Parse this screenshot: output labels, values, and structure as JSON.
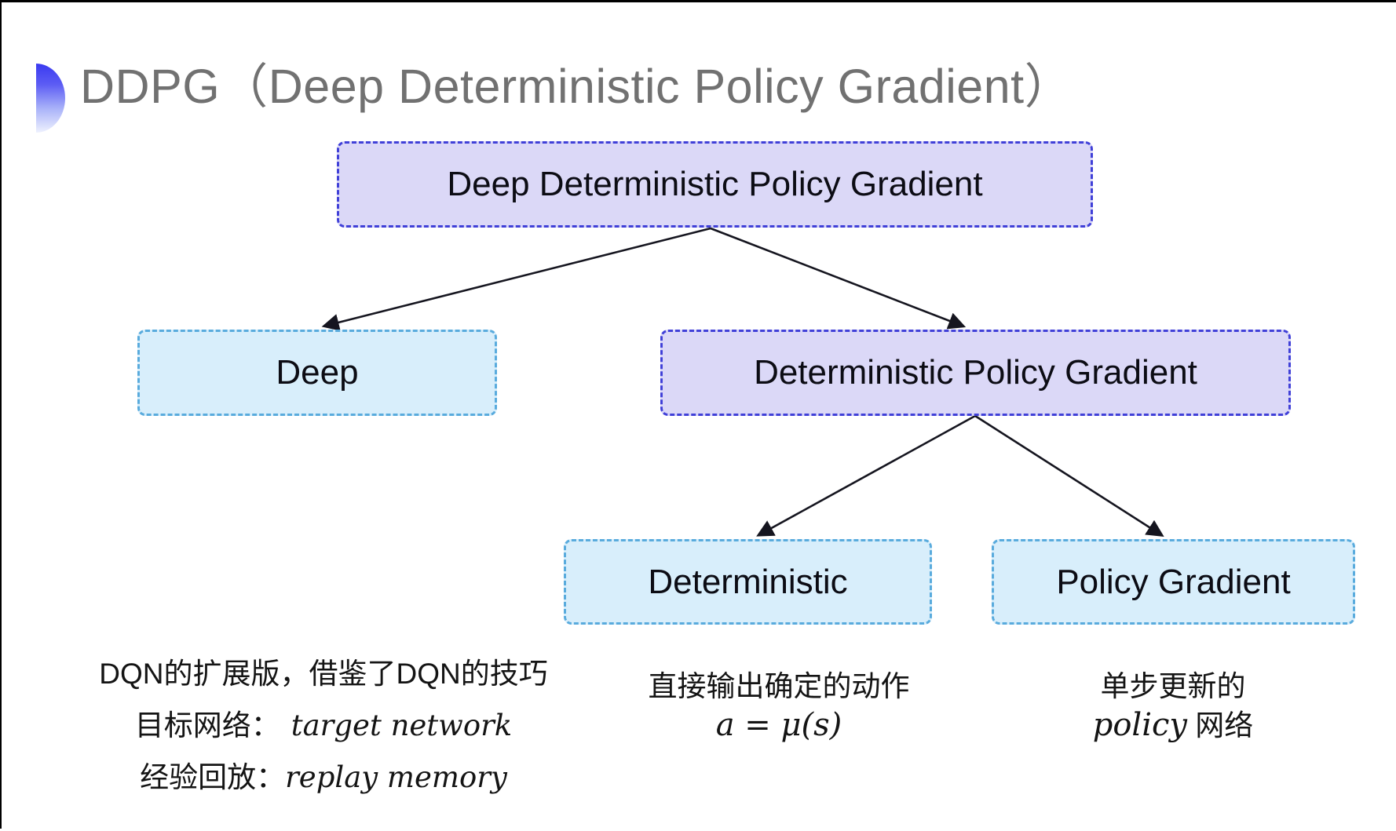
{
  "page": {
    "title": "DDPG（Deep Deterministic Policy Gradient）"
  },
  "colors": {
    "purple_fill": "#dbd8f7",
    "purple_border": "#4040d8",
    "cyan_fill": "#d8eefb",
    "cyan_border": "#59abdd",
    "arrow": "#15151f",
    "title_gray": "#717171",
    "bullet_blue": "#3a3af0"
  },
  "diagram": {
    "nodes": [
      {
        "id": "root",
        "label": "Deep Deterministic Policy Gradient",
        "variant": "purple"
      },
      {
        "id": "deep",
        "label": "Deep",
        "variant": "cyan"
      },
      {
        "id": "dpg",
        "label": "Deterministic Policy Gradient",
        "variant": "purple"
      },
      {
        "id": "deterministic",
        "label": "Deterministic",
        "variant": "cyan"
      },
      {
        "id": "policy_gradient",
        "label": "Policy Gradient",
        "variant": "cyan"
      }
    ],
    "edges": [
      {
        "from": "root",
        "to": "deep"
      },
      {
        "from": "root",
        "to": "dpg"
      },
      {
        "from": "dpg",
        "to": "deterministic"
      },
      {
        "from": "dpg",
        "to": "policy_gradient"
      }
    ]
  },
  "annotations": {
    "deep_note": {
      "line1": "DQN的扩展版，借鉴了DQN的技巧",
      "line2_label": "目标网络：",
      "line2_value": "target network",
      "line3_label": "经验回放：",
      "line3_value": "replay memory"
    },
    "deterministic_note": {
      "line1": "直接输出确定的动作",
      "line2": "a = μ(s)"
    },
    "policy_gradient_note": {
      "line1": "单步更新的",
      "line2_italic": "policy",
      "line2_rest": " 网络"
    }
  }
}
